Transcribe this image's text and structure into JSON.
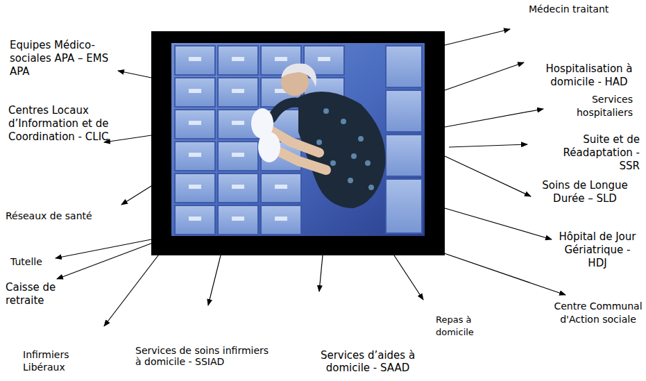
{
  "diagram": {
    "labels": [
      "Equipes Médico-sociales APA – EMS APA",
      "Médecin traitant",
      "Hospitalisation à domicile - HAD",
      "Services hospitaliers",
      "Centres Locaux d’Information et de Coordination - CLIC",
      "Suite et de Réadaptation - SSR",
      "Soins de Longue Durée – SLD",
      "Réseaux de santé",
      "Hôpital de Jour Gériatrique - HDJ",
      "Tutelle",
      "Caisse de retraite",
      "Centre Communal d'Action sociale",
      "Infirmiers Libéraux",
      "Services de soins infirmiers à domicile - SSIAD",
      "Services d’aides à domicile - SAAD",
      "Repas à domicile"
    ]
  }
}
